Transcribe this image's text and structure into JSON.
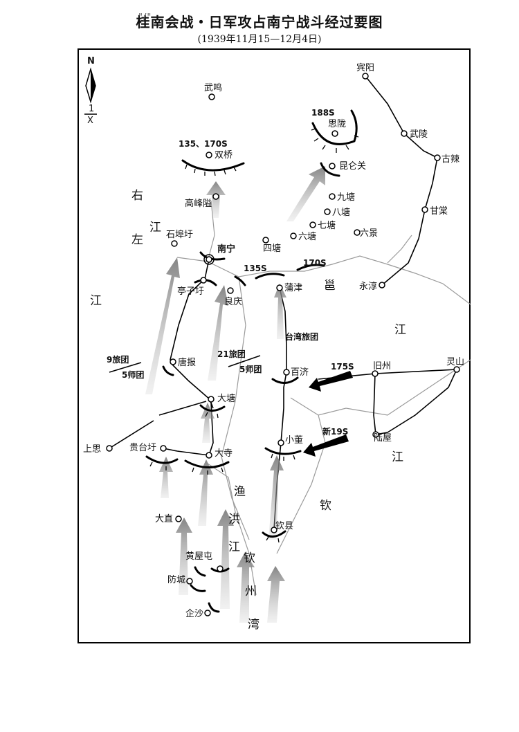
{
  "title": "桂南会战・日军攻占南宁战斗经过要图",
  "title_mark": "\"/\"",
  "subtitle": "(1939年11月15—12月4日)",
  "compass": {
    "north": "N",
    "scale_num": "1",
    "scale_den": "X"
  },
  "places": {
    "binyang": "宾阳",
    "wuming": "武鸣",
    "silong": "思陇",
    "wuling": "武陵",
    "gula": "古辣",
    "shuangqiao": "双桥",
    "kunlunguan": "昆仑关",
    "jiutang": "九塘",
    "gaofengai": "高峰隘",
    "batang": "八塘",
    "gantang": "甘棠",
    "qitang": "七塘",
    "shibuxu": "石埠圩",
    "liutang": "六塘",
    "liujing": "六景",
    "sitang": "四塘",
    "nanning": "南宁",
    "putu": "蒲津",
    "yongchun": "永淳",
    "tingzixu": "亭子圩",
    "liangqing": "良庆",
    "tangbao": "唐报",
    "baiji": "百济",
    "jiuzhou": "旧州",
    "lingshan": "灵山",
    "datang": "大塘",
    "shangsi": "上思",
    "guitaixu": "贵台圩",
    "dasi": "大寺",
    "xiaodong": "小董",
    "luwu": "陆屋",
    "dazhi": "大直",
    "qinxian": "钦县",
    "huangwutun": "黄屋屯",
    "fangcheng": "防城",
    "qisha": "企沙"
  },
  "rivers": {
    "you1": "右",
    "jiang1": "江",
    "zuo": "左",
    "jiang2": "江",
    "yong": "邕",
    "jiang3": "江",
    "jiang4": "江",
    "qin": "钦",
    "yu": "渔",
    "hong": "洪",
    "jiang5": "江",
    "bay_qin": "钦",
    "bay_zhou": "州",
    "bay_wan": "湾"
  },
  "units": {
    "s188": "188S",
    "s135_170": "135、170S",
    "s135": "135S",
    "s170": "170S",
    "taiwan": "台湾旅团",
    "b9": "9旅团",
    "d5a": "5师团",
    "b21": "21旅团",
    "d5b": "5师团",
    "s175": "175S",
    "s19": "新19S"
  }
}
